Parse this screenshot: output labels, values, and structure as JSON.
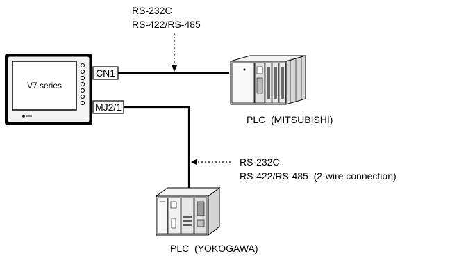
{
  "hmi": {
    "screen_label": "V7 series",
    "port1": "CN1",
    "port2": "MJ2/1"
  },
  "link_top": {
    "line1": "RS-232C",
    "line2": "RS-422/RS-485"
  },
  "link_bottom": {
    "line1": "RS-232C",
    "line2": "RS-422/RS-485  (2-wire connection)"
  },
  "plc_right": {
    "label": "PLC  (MITSUBISHI)"
  },
  "plc_bottom": {
    "label": "PLC  (YOKOGAWA)"
  },
  "colors": {
    "line": "#000000",
    "device_fill": "#ececec",
    "device_dark": "#c8c8c8"
  }
}
